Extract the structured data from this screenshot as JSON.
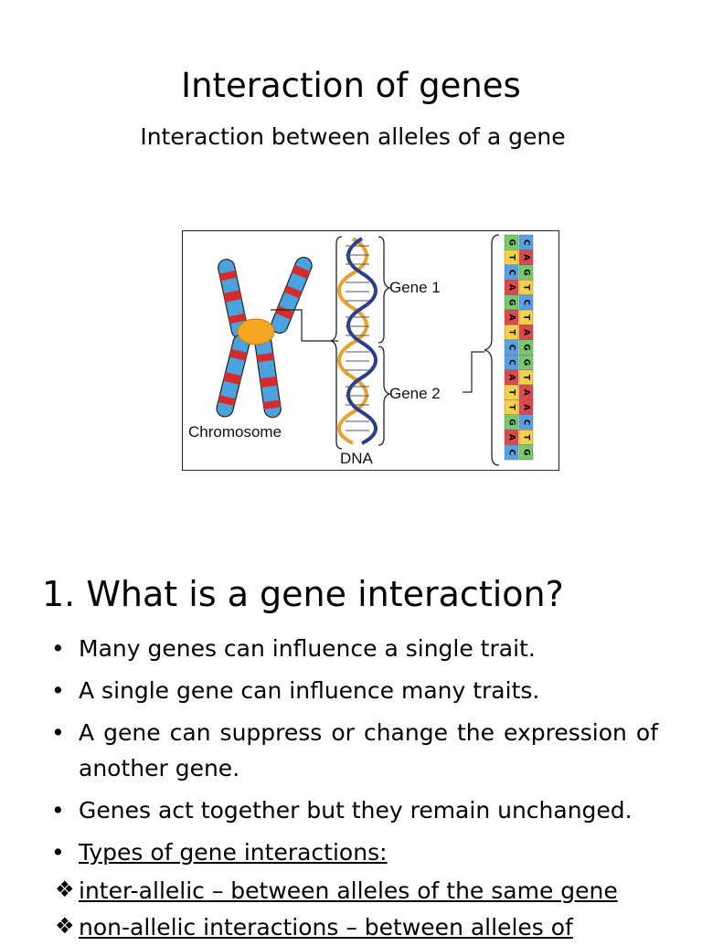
{
  "slide": {
    "title": "Interaction of genes",
    "subtitle": "Interaction between alleles of a gene"
  },
  "figure": {
    "labels": {
      "gene1": "Gene 1",
      "gene2": "Gene 2",
      "chromosome": "Chromosome",
      "dna": "DNA"
    },
    "sequence_left": "GTCAGATCCATTGAC",
    "sequence_right": "CAGTCTAGGTAACTG",
    "colors": {
      "A": "#d94a4a",
      "T": "#f2d24a",
      "C": "#5aa0e0",
      "G": "#78c86a"
    }
  },
  "section": {
    "heading": "1. What is a gene interaction?",
    "bullets": [
      "Many genes can influence a single trait.",
      "A single gene can influence many traits.",
      "A gene can suppress or change the expression of another gene.",
      "Genes act together but they remain unchanged.",
      "Types of gene interactions:"
    ],
    "bullet_symbol": "•",
    "sub_symbol": "❖",
    "sub_items": [
      " inter-allelic –  between alleles of the same gene",
      " non-allelic interactions – between alleles of"
    ]
  }
}
